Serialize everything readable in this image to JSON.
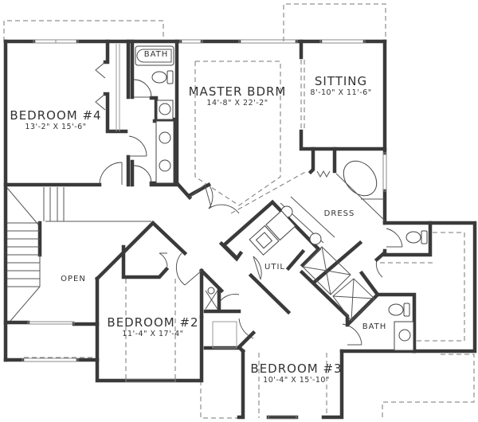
{
  "floor_plan": {
    "rooms": [
      {
        "id": "bedroom4",
        "name": "BEDROOM #4",
        "dimensions": "13'-2\" X 15'-6\""
      },
      {
        "id": "master",
        "name": "MASTER BDRM",
        "dimensions": "14'-8\" X 22'-2\""
      },
      {
        "id": "sitting",
        "name": "SITTING",
        "dimensions": "8'-10\" X 11'-6\""
      },
      {
        "id": "bedroom2",
        "name": "BEDROOM #2",
        "dimensions": "11'-4\" X 17'-4\""
      },
      {
        "id": "bedroom3",
        "name": "BEDROOM #3",
        "dimensions": "10'-4\" X 15'-10\""
      }
    ],
    "spaces": {
      "bath_top": "BATH",
      "dress": "DRESS",
      "util": "UTIL",
      "open": "OPEN",
      "bath_bottom": "BATH"
    },
    "colors": {
      "wall": "#3a3a3a",
      "background": "#ffffff",
      "text": "#333333"
    }
  }
}
